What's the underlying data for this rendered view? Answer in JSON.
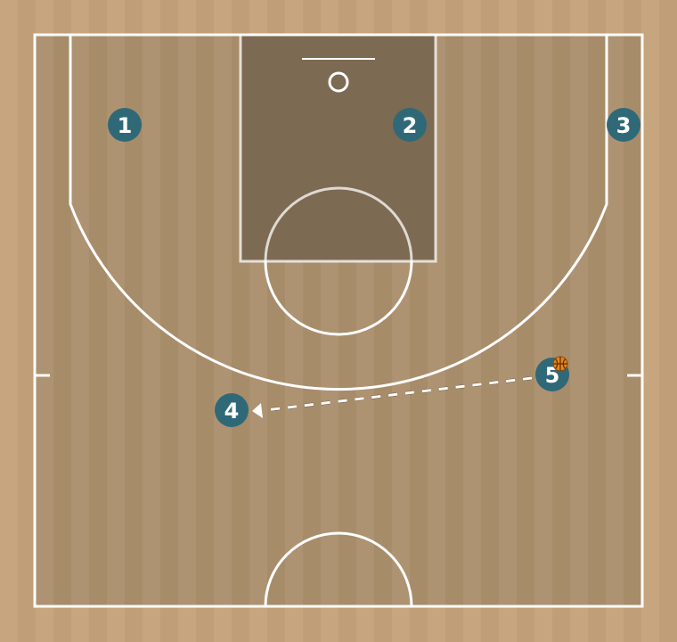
{
  "colors": {
    "floor": "#c4a27b",
    "floor_inner": "#ab8f6d",
    "paint": "#7d6a52",
    "lines": "#ffffff",
    "player_fill": "#2f6978",
    "player_text": "#ffffff",
    "ball": "#e8821a",
    "pass_line": "#ffffff"
  },
  "players": [
    {
      "id": "p1",
      "label": "1"
    },
    {
      "id": "p2",
      "label": "2"
    },
    {
      "id": "p3",
      "label": "3"
    },
    {
      "id": "p4",
      "label": "4"
    },
    {
      "id": "p5",
      "label": "5",
      "has_ball": true
    }
  ],
  "actions": [
    {
      "type": "pass",
      "from": "5",
      "to": "4",
      "style": "dashed"
    }
  ]
}
